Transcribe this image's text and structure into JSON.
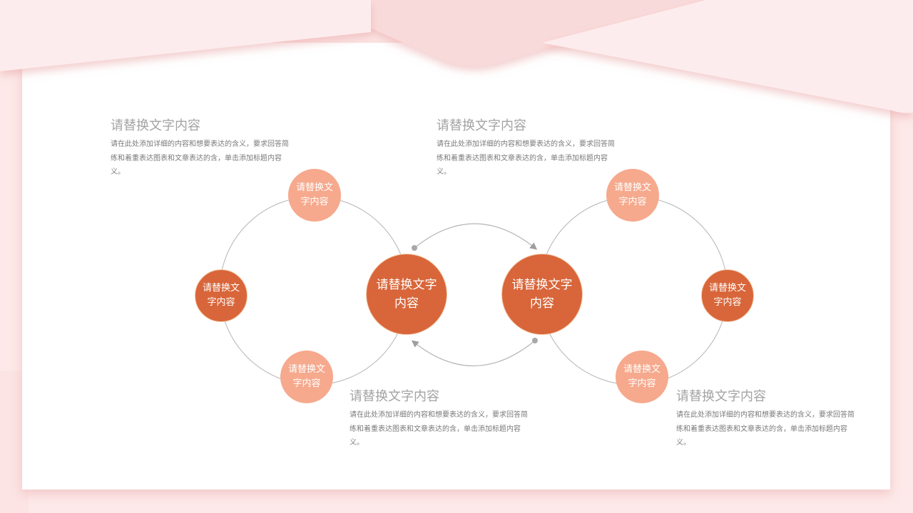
{
  "colors": {
    "background": "#fde9e9",
    "card": "#ffffff",
    "band_light": "#fdeced",
    "band_mid": "#f9dada",
    "node_dark": "#d8663a",
    "node_light": "#f6a98d",
    "ring_line": "#b5b5b5",
    "title_text": "#a3a3a3",
    "body_text": "#7a7a7a"
  },
  "text_blocks": [
    {
      "id": "top-left",
      "title": "请替换文字内容",
      "body": "请在此处添加详细的内容和想要表达的含义，要求回答简练和着重表达图表和文章表达的含，单击添加标题内容义。"
    },
    {
      "id": "top-center",
      "title": "请替换文字内容",
      "body": "请在此处添加详细的内容和想要表达的含义，要求回答简练和着重表达图表和文章表达的含，单击添加标题内容义。"
    },
    {
      "id": "bottom-center",
      "title": "请替换文字内容",
      "body": "请在此处添加详细的内容和想要表达的含义，要求回答简练和着重表达图表和文章表达的含，单击添加标题内容义。"
    },
    {
      "id": "bottom-right",
      "title": "请替换文字内容",
      "body": "请在此处添加详细的内容和想要表达的含义，要求回答简练和着重表达图表和文章表达的含，单击添加标题内容义。"
    }
  ],
  "left_cluster": {
    "hub": "请替换文字内容",
    "top": "请替换文字内容",
    "left": "请替换文字内容",
    "bottom": "请替换文字内容"
  },
  "right_cluster": {
    "hub": "请替换文字内容",
    "top": "请替换文字内容",
    "right": "请替换文字内容",
    "bottom": "请替换文字内容"
  },
  "connectors": {
    "top_arc": "left-hub to right-hub (arrow)",
    "bottom_arc": "right-hub to left-hub (arrow)"
  }
}
